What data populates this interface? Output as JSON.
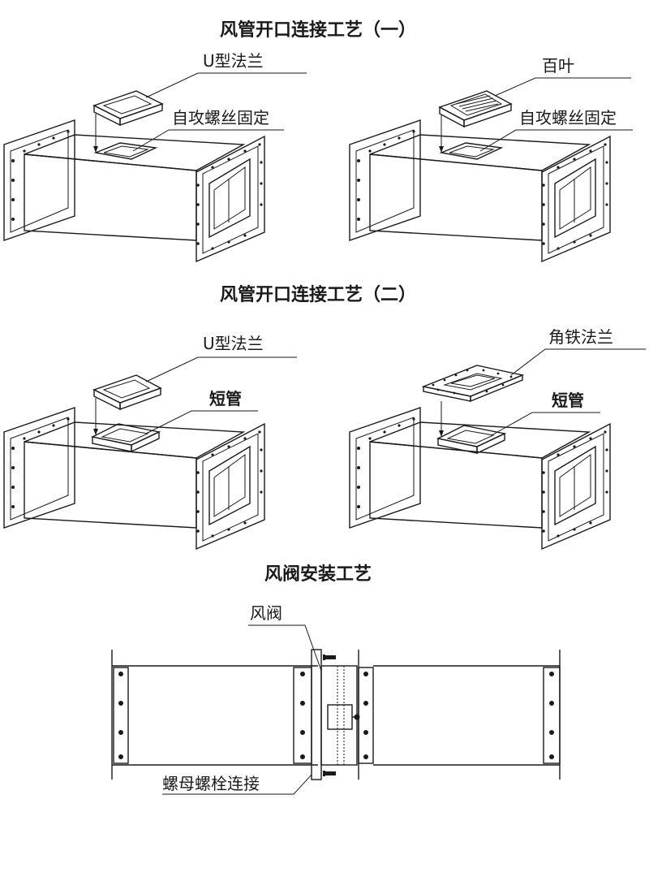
{
  "titles": {
    "section1": "风管开口连接工艺（一）",
    "section2": "风管开口连接工艺（二）",
    "section3": "风阀安装工艺"
  },
  "labels": {
    "s1_left_flange": "U型法兰",
    "s1_left_fix": "自攻螺丝固定",
    "s1_right_louver": "百叶",
    "s1_right_fix": "自攻螺丝固定",
    "s2_left_flange": "U型法兰",
    "s2_left_pipe": "短管",
    "s2_right_flange": "角铁法兰",
    "s2_right_pipe": "短管",
    "s3_valve": "风阀",
    "s3_bolt": "螺母螺栓连接"
  },
  "colors": {
    "line": "#1a1a1a",
    "duct_top": "#e6e6e6",
    "duct_front": "#f4f4f4",
    "flange": "#ffffff",
    "valve_box": "#9a9a9a"
  }
}
